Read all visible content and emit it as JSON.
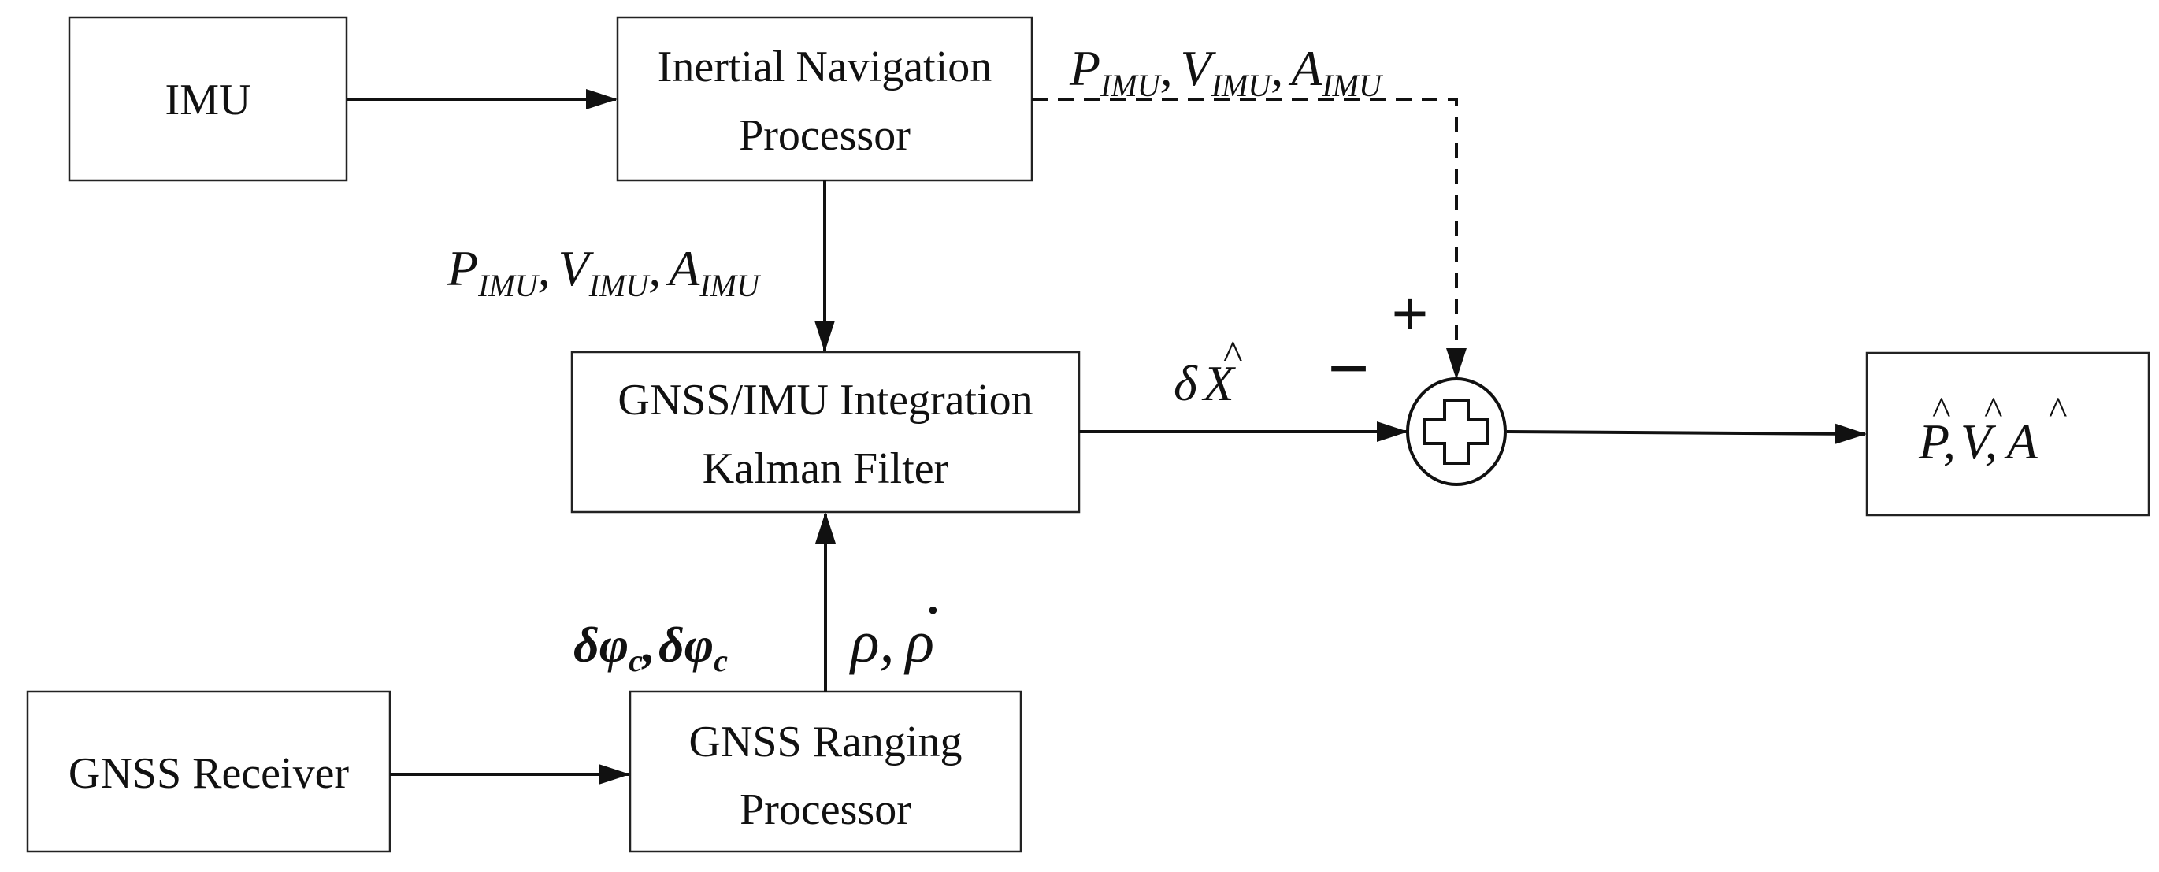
{
  "blocks": {
    "imu": {
      "label": "IMU"
    },
    "inertial_nav": {
      "line1": "Inertial Navigation",
      "line2": "Processor"
    },
    "kalman": {
      "line1": "GNSS/IMU Integration",
      "line2": "Kalman Filter"
    },
    "gnss_receiver": {
      "label": "GNSS Receiver"
    },
    "gnss_ranging": {
      "line1": "GNSS Ranging",
      "line2": "Processor"
    }
  },
  "labels": {
    "imu_outputs": {
      "p": "P",
      "v": "V",
      "a": "A",
      "subscript": "IMU",
      "sep": ","
    },
    "correction": {
      "delta": "δ",
      "x": "X",
      "hat": "^"
    },
    "plus_sign": "+",
    "minus_sign": "−",
    "carrier_phase": {
      "text": "δφ",
      "subscript": "c",
      "sep": ","
    },
    "range": {
      "rho": "ρ",
      "sep": ",",
      "dot": "•"
    },
    "output": {
      "p": "P",
      "v": "V",
      "a": "A",
      "hat": "^",
      "sep": ","
    }
  },
  "summing_junction": {
    "symbol": "+"
  }
}
